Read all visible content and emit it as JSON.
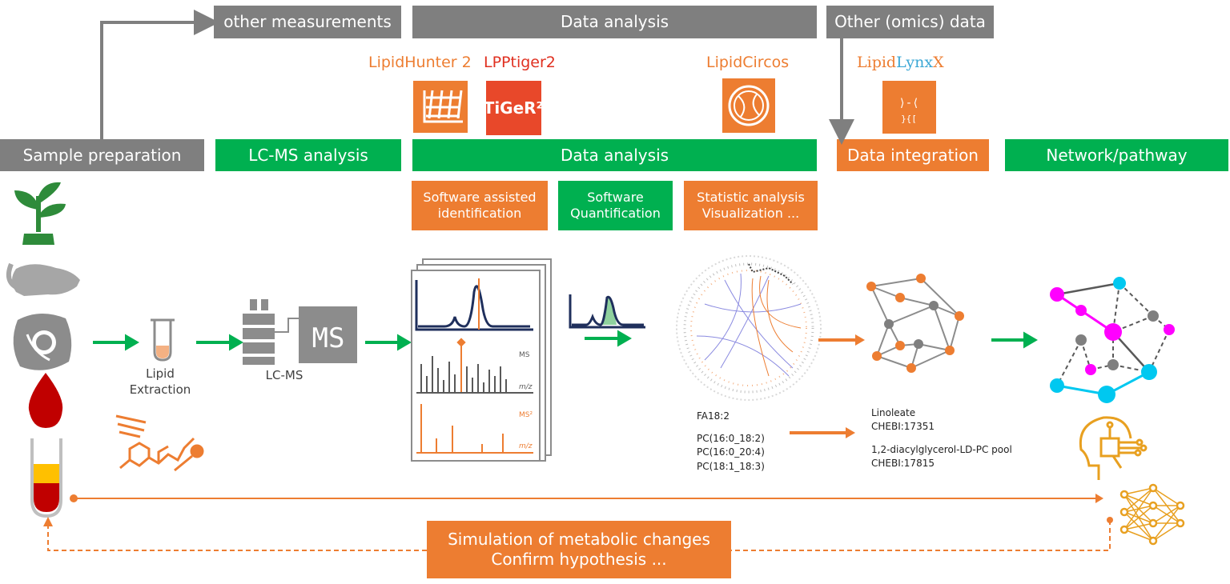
{
  "top_boxes": {
    "other_measurements": "other measurements",
    "data_analysis_top": "Data analysis",
    "other_omics": "Other (omics) data"
  },
  "tools": {
    "lipidhunter": "LipidHunter 2",
    "lpptiger": "LPPtiger2",
    "lipidcircos": "LipidCircos",
    "lipidlynx_a": "Lipid",
    "lipidlynx_b": "Lynx",
    "lipidlynx_c": "X",
    "tiger_icon_text": "TiGeR²"
  },
  "workflow": {
    "sample_prep": "Sample preparation",
    "lcms": "LC-MS analysis",
    "data_analysis": "Data analysis",
    "data_integration": "Data integration",
    "network": "Network/pathway"
  },
  "sub_steps": {
    "software_id_1": "Software assisted",
    "software_id_2": "identification",
    "software_quant_1": "Software",
    "software_quant_2": "Quantification",
    "statistic_1": "Statistic analysis",
    "statistic_2": "Visualization ..."
  },
  "labels": {
    "lipid_extraction_1": "Lipid",
    "lipid_extraction_2": "Extraction",
    "lcms": "LC-MS",
    "ms_box": "MS",
    "ms_label": "MS",
    "ms2_label": "MS²",
    "mz_label": "m/z"
  },
  "lipids": {
    "fa": "FA18:2",
    "pc1": "PC(16:0_18:2)",
    "pc2": "PC(16:0_20:4)",
    "pc3": "PC(18:1_18:3)",
    "linoleate": "Linoleate",
    "chebi1": "CHEBI:17351",
    "pool": "1,2-diacylglycerol-LD-PC pool",
    "chebi2": "CHEBI:17815"
  },
  "simulation": {
    "line1": "Simulation of metabolic changes",
    "line2": "Confirm hypothesis ..."
  },
  "icons": [
    "plant-icon",
    "mouse-icon",
    "cell-icon",
    "blood-drop-icon",
    "blood-tube-icon",
    "test-tube-icon",
    "lipid-molecule-icon",
    "lc-stack-icon",
    "ms-instrument-icon",
    "spectra-pages-icon",
    "peak-icon",
    "circos-plot-icon",
    "network-icon",
    "pathway-network-icon",
    "ai-head-icon",
    "neural-net-icon"
  ],
  "colors": {
    "gray": "#7f7f7f",
    "green": "#00b050",
    "orange": "#ed7d31",
    "navy": "#1f2f5c",
    "red": "#e03020",
    "magenta": "#ff00ff",
    "cyan": "#00c8f0",
    "lynx_blue": "#3ba7d5"
  }
}
